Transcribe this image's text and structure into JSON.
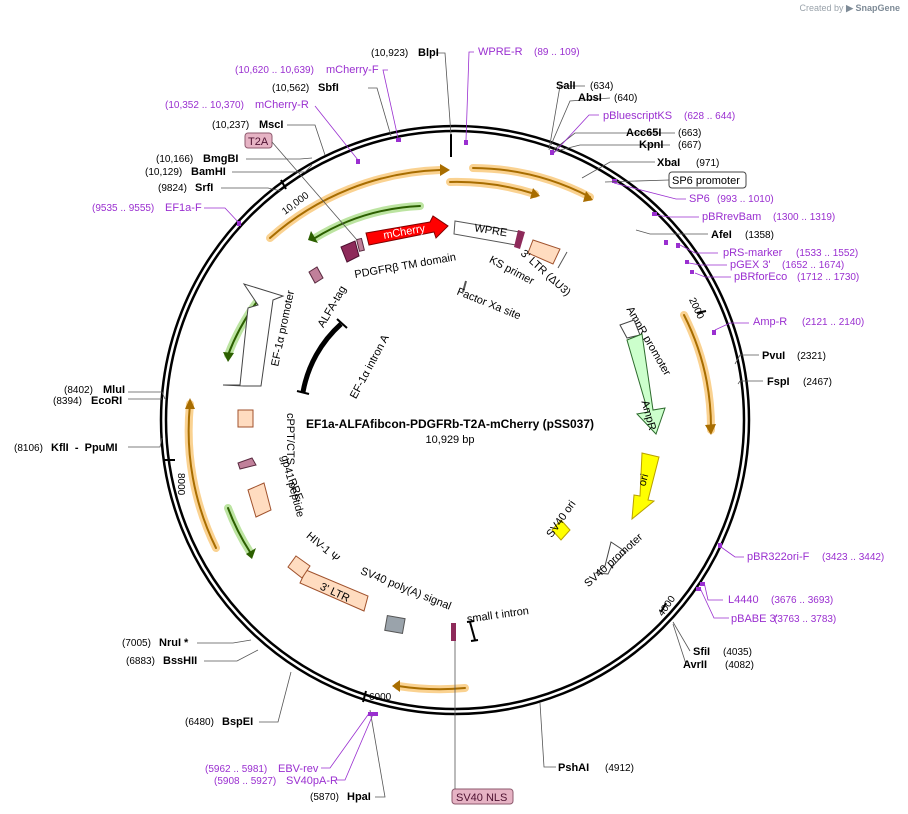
{
  "watermark": {
    "prefix": "Created by",
    "brand": "SnapGene"
  },
  "plasmid": {
    "name": "EF1a-ALFAfibcon-PDGFRb-T2A-mCherry (pSS037)",
    "size": "10,929 bp"
  },
  "colors": {
    "enzyme": "#000000",
    "primer": "#9a2fd0",
    "backbone_ring": "#000000",
    "orange_arrow": "#f5a623",
    "green_arrow": "#7ac943",
    "mcherry": "#ff0000",
    "ori": "#ffff00",
    "ampr": "#ccffcc",
    "ltr": "#ffdcc0"
  },
  "enzymes_left": [
    {
      "pos": "(10,923)",
      "name": "BlpI"
    },
    {
      "pos": "(10,562)",
      "name": "SbfI"
    },
    {
      "pos": "(10,237)",
      "name": "MscI"
    },
    {
      "pos": "(10,166)",
      "name": "BmgBI"
    },
    {
      "pos": "(10,129)",
      "name": "BamHI"
    },
    {
      "pos": "(9824)",
      "name": "SrfI"
    },
    {
      "pos": "(8402)",
      "name": "MluI"
    },
    {
      "pos": "(8394)",
      "name": "EcoRI"
    },
    {
      "pos": "(8106)",
      "name": "KflI  -  PpuMI"
    },
    {
      "pos": "(7005)",
      "name": "NruI *"
    },
    {
      "pos": "(6883)",
      "name": "BssHII"
    },
    {
      "pos": "(6480)",
      "name": "BspEI"
    },
    {
      "pos": "(5870)",
      "name": "HpaI"
    }
  ],
  "enzymes_right": [
    {
      "name": "SalI",
      "pos": "(634)"
    },
    {
      "name": "AbsI",
      "pos": "(640)"
    },
    {
      "name": "Acc65I",
      "pos": "(663)"
    },
    {
      "name": "KpnI",
      "pos": "(667)"
    },
    {
      "name": "XbaI",
      "pos": "(971)"
    },
    {
      "name": "AfeI",
      "pos": "(1358)"
    },
    {
      "name": "PvuI",
      "pos": "(2321)"
    },
    {
      "name": "FspI",
      "pos": "(2467)"
    },
    {
      "name": "SfiI",
      "pos": "(4035)"
    },
    {
      "name": "AvrII",
      "pos": "(4082)"
    },
    {
      "name": "PshAI",
      "pos": "(4912)"
    }
  ],
  "primers_left": [
    {
      "pos": "(10,620 .. 10,639)",
      "name": "mCherry-F"
    },
    {
      "pos": "(10,352 .. 10,370)",
      "name": "mCherry-R"
    },
    {
      "pos": "(9535 .. 9555)",
      "name": "EF1a-F"
    },
    {
      "pos": "(5962 .. 5981)",
      "name": "EBV-rev"
    },
    {
      "pos": "(5908 .. 5927)",
      "name": "SV40pA-R"
    }
  ],
  "primers_right": [
    {
      "name": "WPRE-R",
      "pos": "(89 .. 109)"
    },
    {
      "name": "pBluescriptKS",
      "pos": "(628 .. 644)"
    },
    {
      "name": "SP6",
      "pos": "(993 .. 1010)"
    },
    {
      "name": "pBRrevBam",
      "pos": "(1300 .. 1319)"
    },
    {
      "name": "pRS-marker",
      "pos": "(1533 .. 1552)"
    },
    {
      "name": "pGEX 3'",
      "pos": "(1652 .. 1674)"
    },
    {
      "name": "pBRforEco",
      "pos": "(1712 .. 1730)"
    },
    {
      "name": "Amp-R",
      "pos": "(2121 .. 2140)"
    },
    {
      "name": "pBR322ori-F",
      "pos": "(3423 .. 3442)"
    },
    {
      "name": "L4440",
      "pos": "(3676 .. 3693)"
    },
    {
      "name": "pBABE 3'",
      "pos": "(3763 .. 3783)"
    }
  ],
  "boxed_labels": {
    "t2a": "T2A",
    "sp6_promoter": "SP6 promoter",
    "sv40_nls": "SV40 NLS"
  },
  "ticks": {
    "t2000": "2000",
    "t4000": "4000",
    "t6000": "6000",
    "t8000": "8000",
    "t10000": "10,000"
  },
  "features": {
    "mcherry": "mCherry",
    "pdgfrb": "PDGFRβ TM domain",
    "wpre": "WPRE",
    "ks_primer": "KS primer",
    "ltr_du3": "3' LTR (ΔU3)",
    "factor_xa": "Factor Xa site",
    "ampr_promoter": "AmpR promoter",
    "ampr": "AmpR",
    "ori": "ori",
    "sv40_ori": "SV40 ori",
    "sv40_promoter": "SV40 promoter",
    "small_t": "small t intron",
    "sv40_polya": "SV40 poly(A) signal",
    "ltr3": "3' LTR",
    "hiv_psi": "HIV-1 Ψ",
    "rre": "RRE",
    "gp41": "gp41 peptide",
    "cppt": "cPPT/CTS",
    "ef1a_promoter": "EF-1α promoter",
    "ef1a_intron": "EF-1α intron A",
    "alfa_tag": "ALFA-tag"
  }
}
